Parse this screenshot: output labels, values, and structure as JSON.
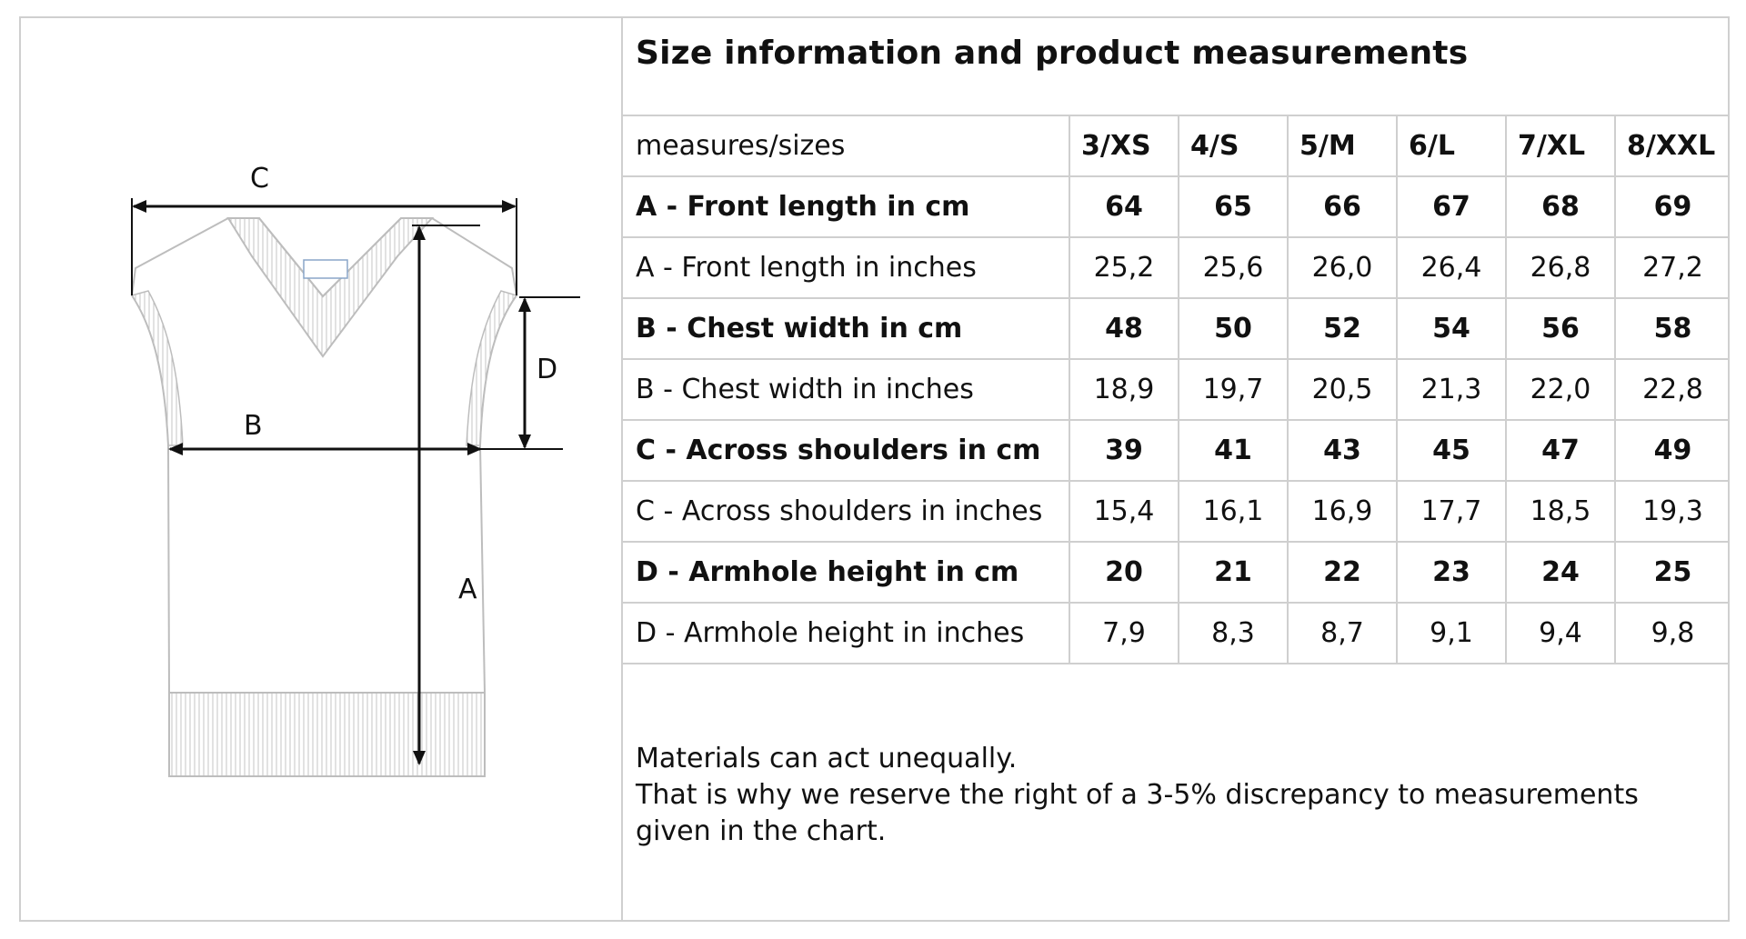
{
  "title": "Size information and product measurements",
  "diagram": {
    "labels": {
      "a": "A",
      "b": "B",
      "c": "C",
      "d": "D"
    }
  },
  "table": {
    "header_label": "measures/sizes",
    "sizes": [
      "3/XS",
      "4/S",
      "5/M",
      "6/L",
      "7/XL",
      "8/XXL"
    ],
    "rows": [
      {
        "label": "A - Front length in cm",
        "bold": true,
        "values": [
          "64",
          "65",
          "66",
          "67",
          "68",
          "69"
        ]
      },
      {
        "label": "A - Front length in inches",
        "bold": false,
        "values": [
          "25,2",
          "25,6",
          "26,0",
          "26,4",
          "26,8",
          "27,2"
        ]
      },
      {
        "label": "B - Chest width in cm",
        "bold": true,
        "values": [
          "48",
          "50",
          "52",
          "54",
          "56",
          "58"
        ]
      },
      {
        "label": "B - Chest width in inches",
        "bold": false,
        "values": [
          "18,9",
          "19,7",
          "20,5",
          "21,3",
          "22,0",
          "22,8"
        ]
      },
      {
        "label": "C - Across shoulders in cm",
        "bold": true,
        "values": [
          "39",
          "41",
          "43",
          "45",
          "47",
          "49"
        ]
      },
      {
        "label": "C - Across shoulders in inches",
        "bold": false,
        "values": [
          "15,4",
          "16,1",
          "16,9",
          "17,7",
          "18,5",
          "19,3"
        ]
      },
      {
        "label": "D - Armhole height in cm",
        "bold": true,
        "values": [
          "20",
          "21",
          "22",
          "23",
          "24",
          "25"
        ]
      },
      {
        "label": "D - Armhole height in inches",
        "bold": false,
        "values": [
          "7,9",
          "8,3",
          "8,7",
          "9,1",
          "9,4",
          "9,8"
        ]
      }
    ]
  },
  "note": {
    "line1": "Materials can act unequally.",
    "line2": "That is why we reserve the right of a 3-5% discrepancy to measurements given in the chart."
  }
}
